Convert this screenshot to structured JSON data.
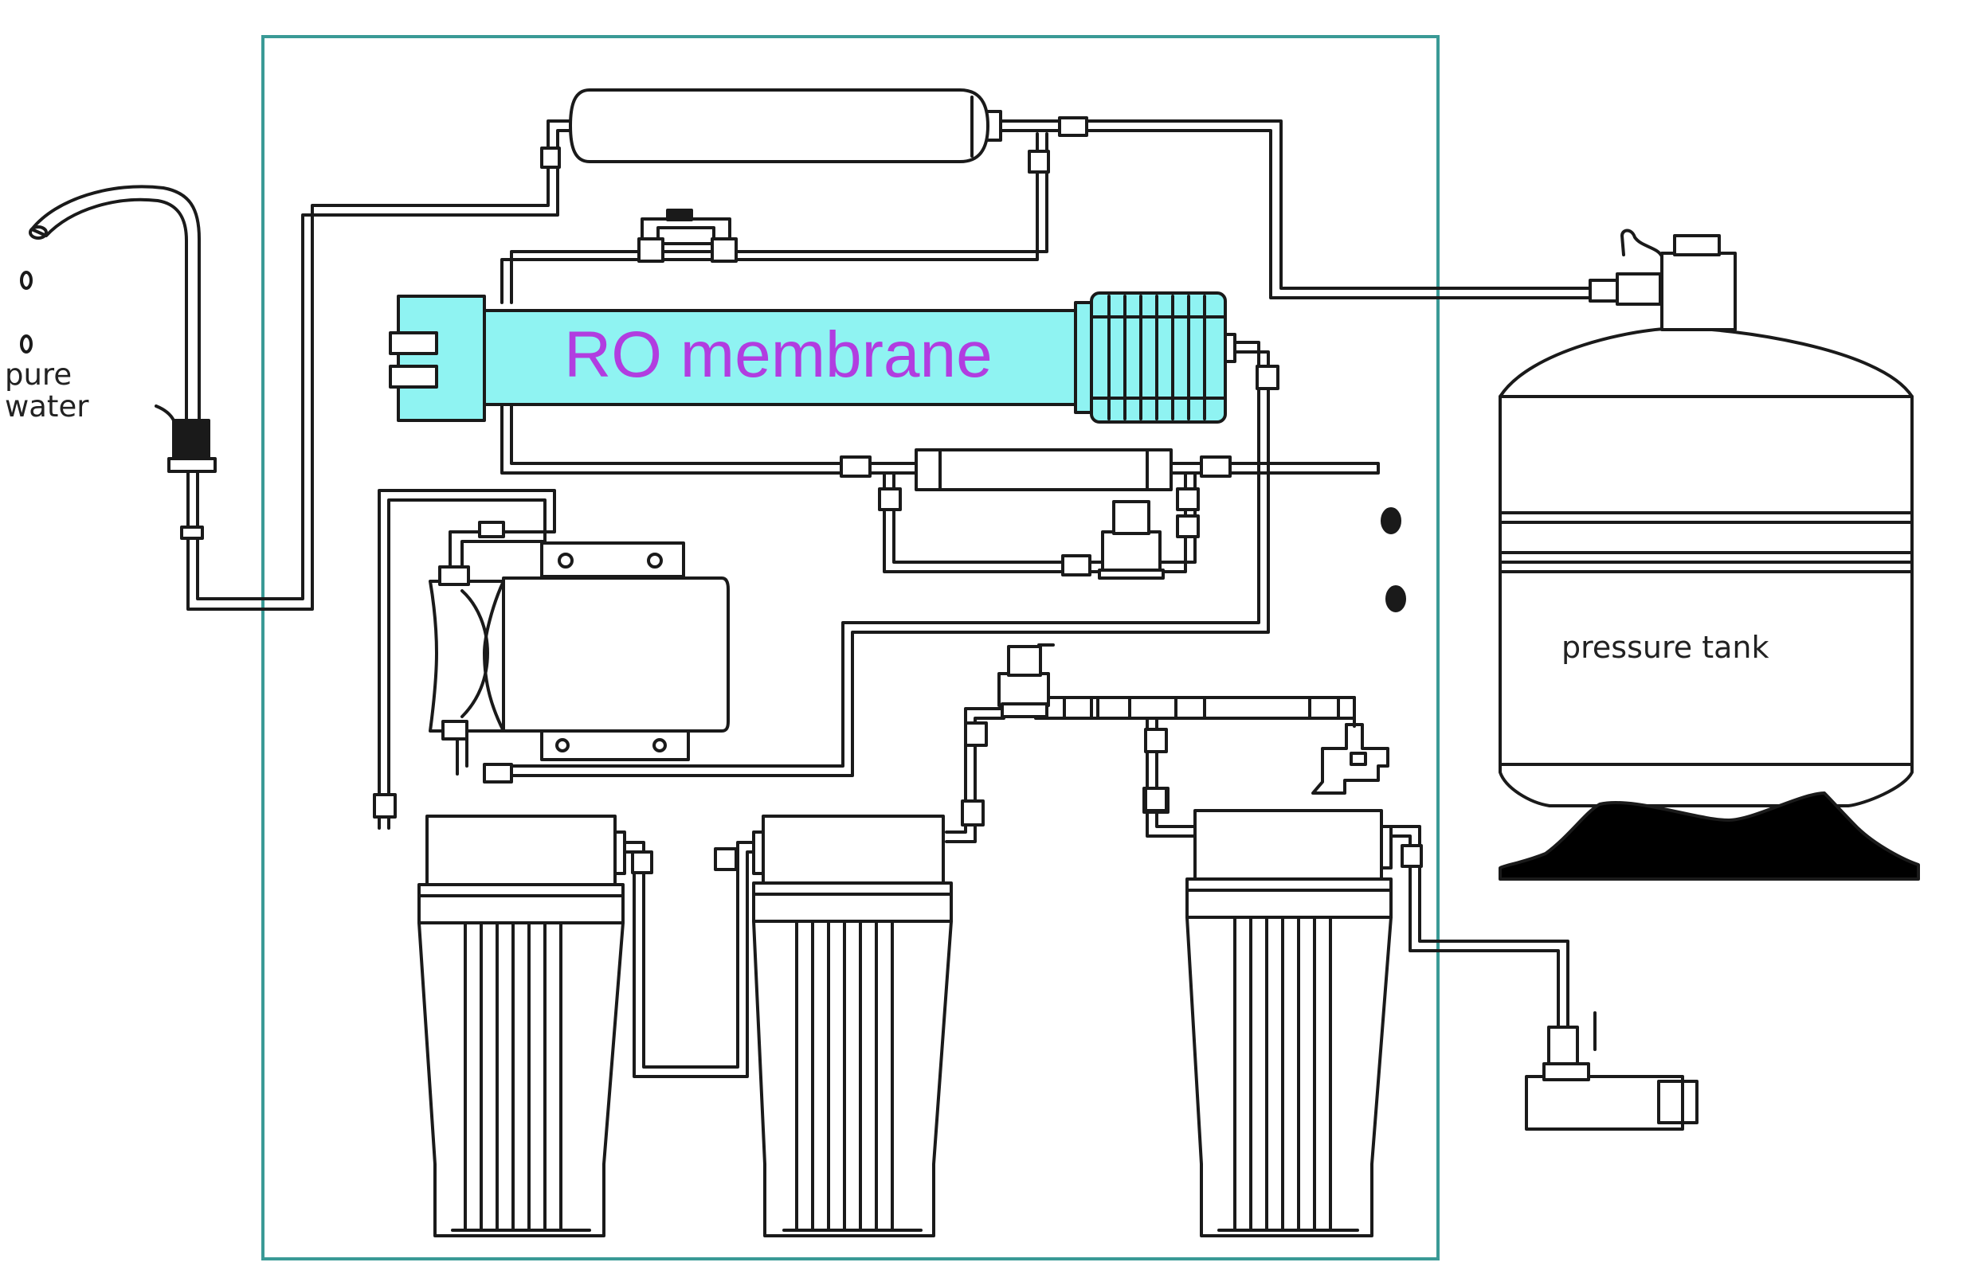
{
  "labels": {
    "pure": "pure",
    "water": "water",
    "membrane": "RO membrane",
    "tank": "pressure tank"
  },
  "components": {
    "faucet": "faucet-icon",
    "post_filter": "post-carbon-filter-icon",
    "ro_membrane": "ro-membrane-housing-icon",
    "flow_restrictor": "flow-restrictor-icon",
    "booster_pump": "booster-pump-icon",
    "prefilters": [
      "sediment-filter-icon",
      "carbon-block-filter-icon",
      "gac-filter-icon"
    ],
    "pressure_tank": "pressure-tank-icon",
    "inlet_valve": "feed-valve-icon",
    "pressure_switch": "pressure-switch-icon"
  },
  "colors": {
    "frame": "#3a9a96",
    "membrane_fill": "#8ff3f2",
    "membrane_label": "#b13de0",
    "line": "#1a1a1a",
    "tank_base": "#000000"
  }
}
